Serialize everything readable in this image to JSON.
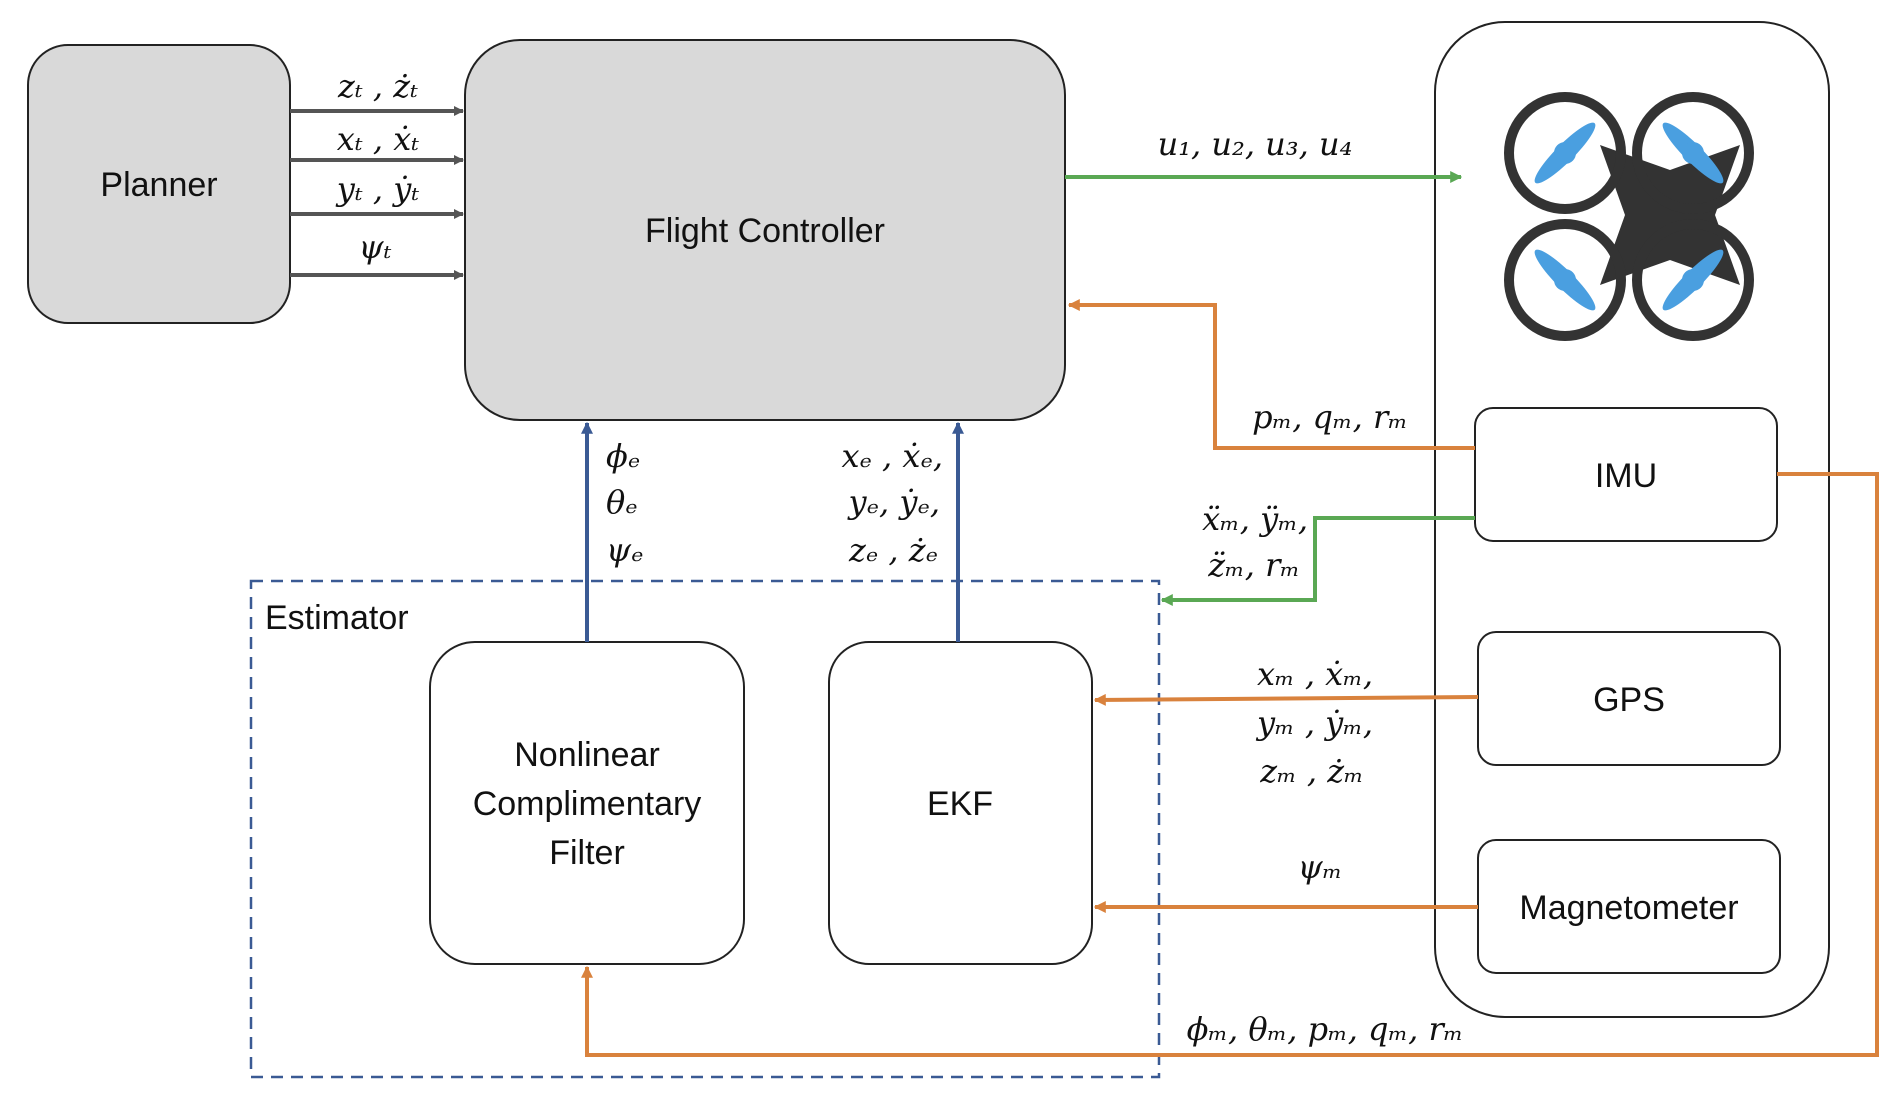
{
  "blocks": {
    "planner": "Planner",
    "flight_controller": "Flight Controller",
    "estimator": "Estimator",
    "ncf_line1": "Nonlinear",
    "ncf_line2": "Complimentary",
    "ncf_line3": "Filter",
    "ekf": "EKF",
    "imu": "IMU",
    "gps": "GPS",
    "magnetometer": "Magnetometer"
  },
  "signals": {
    "planner_z": "zₜ , żₜ",
    "planner_x": "xₜ , ẋₜ",
    "planner_y": "yₜ , ẏₜ",
    "planner_psi": "ψₜ",
    "motor_inputs": "u₁, u₂,  u₃, u₄",
    "imu_rates": "pₘ, qₘ, rₘ",
    "imu_accel_1": "ẍₘ, ÿₘ,",
    "imu_accel_2": "z̈ₘ, rₘ",
    "att_phi": "ϕₑ",
    "att_theta": "θₑ",
    "att_psi": "ψₑ",
    "ekf_x": "xₑ , ẋₑ,",
    "ekf_y": "yₑ, ẏₑ,",
    "ekf_z": "zₑ , żₑ",
    "gps_x": "xₘ , ẋₘ,",
    "gps_y": "yₘ , ẏₘ,",
    "gps_z": "zₘ , żₘ",
    "mag_psi": "ψₘ",
    "imu_to_ncf": "ϕₘ, θₘ, pₘ, qₘ, rₘ"
  },
  "colors": {
    "gray_arrow": "#555555",
    "green_arrow": "#5aa854",
    "orange_arrow": "#d9823d",
    "blue_arrow": "#3a5a94",
    "box_fill": "#d9d9d9",
    "propeller": "#4a9fe0",
    "drone_body": "#333333"
  },
  "icons": {
    "vehicle": "quadcopter-icon"
  }
}
